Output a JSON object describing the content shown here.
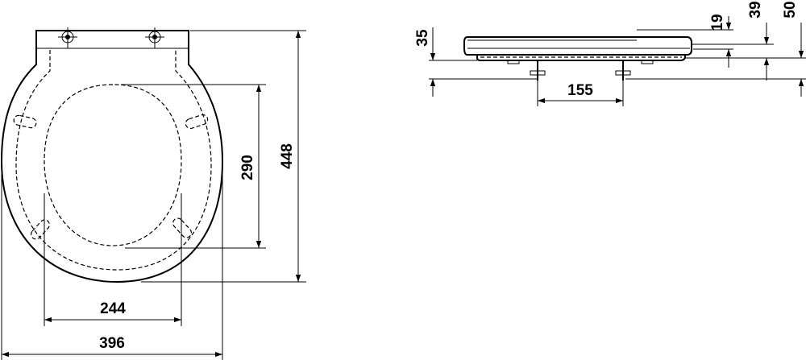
{
  "drawing": {
    "front_view": {
      "dimensions": {
        "overall_height": "448",
        "inner_opening_height": "290",
        "inner_width": "244",
        "overall_width": "396"
      }
    },
    "side_view": {
      "dimensions": {
        "hinge_spacing": "155",
        "hinge_height": "35",
        "lid_thickness": "19",
        "seat_height": "39",
        "total_height": "50"
      }
    }
  },
  "colors": {
    "line": "#000000",
    "background": "#ffffff"
  }
}
